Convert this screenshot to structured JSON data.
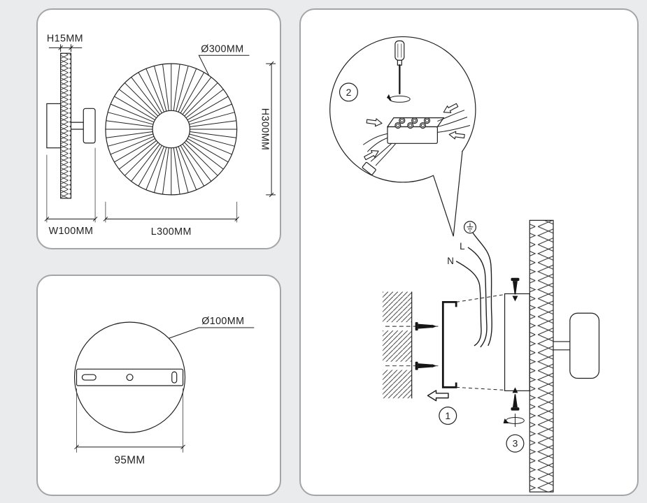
{
  "colors": {
    "line": "#1f1f1f",
    "panel_border": "#a3a6a8",
    "background": "#e9ebed"
  },
  "panel1": {
    "h15_label": "H15MM",
    "d300_label": "Ø300MM",
    "h300_label": "H300MM",
    "w100_label": "W100MM",
    "l300_label": "L300MM"
  },
  "panel2": {
    "d100_label": "Ø100MM",
    "w95_label": "95MM"
  },
  "panel3": {
    "step1_label": "1",
    "step2_label": "2",
    "step3_label": "3",
    "line_label": "L",
    "neutral_label": "N"
  }
}
